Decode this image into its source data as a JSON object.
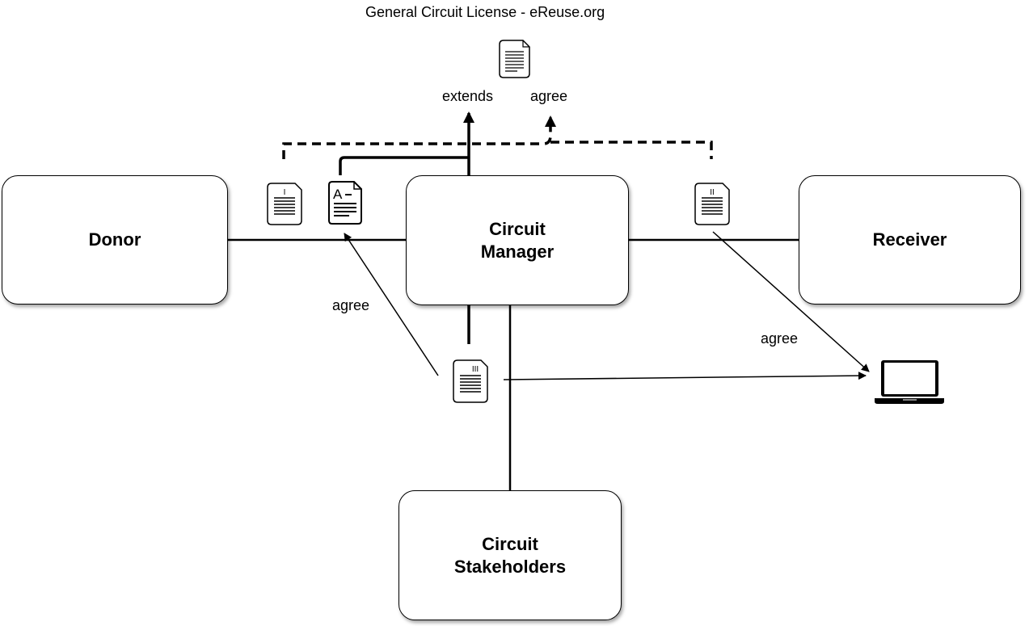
{
  "title": "General Circuit License - eReuse.org",
  "nodes": {
    "donor": "Donor",
    "manager": "Circuit\nManager",
    "receiver": "Receiver",
    "stakeholders": "Circuit\nStakeholders"
  },
  "labels": {
    "extends": "extends",
    "agree_top": "agree",
    "agree_left": "agree",
    "agree_right": "agree"
  },
  "documents": {
    "doc_i": "I",
    "doc_ii": "II",
    "doc_iii": "III",
    "doc_a": "A"
  },
  "icons": {
    "license_document": "document-icon",
    "contract_document": "text-document-icon",
    "device": "laptop-icon"
  },
  "colors": {
    "stroke": "#000000",
    "background": "#ffffff"
  }
}
